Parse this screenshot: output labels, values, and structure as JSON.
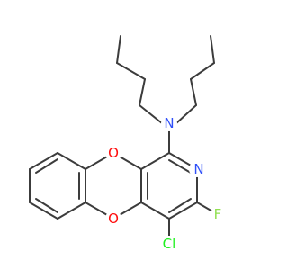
{
  "molecule": {
    "atoms": {
      "nitrogen_amine": {
        "label": "N",
        "color": "#3050f8"
      },
      "nitrogen_ring": {
        "label": "N",
        "color": "#3050f8"
      },
      "oxygen_top": {
        "label": "O",
        "color": "#ff0d0d"
      },
      "oxygen_bottom": {
        "label": "O",
        "color": "#ff0d0d"
      },
      "fluorine": {
        "label": "F",
        "color": "#90e050"
      },
      "chlorine": {
        "label": "Cl",
        "color": "#1ff01f"
      }
    },
    "bond_color": "#3c3c3c"
  }
}
